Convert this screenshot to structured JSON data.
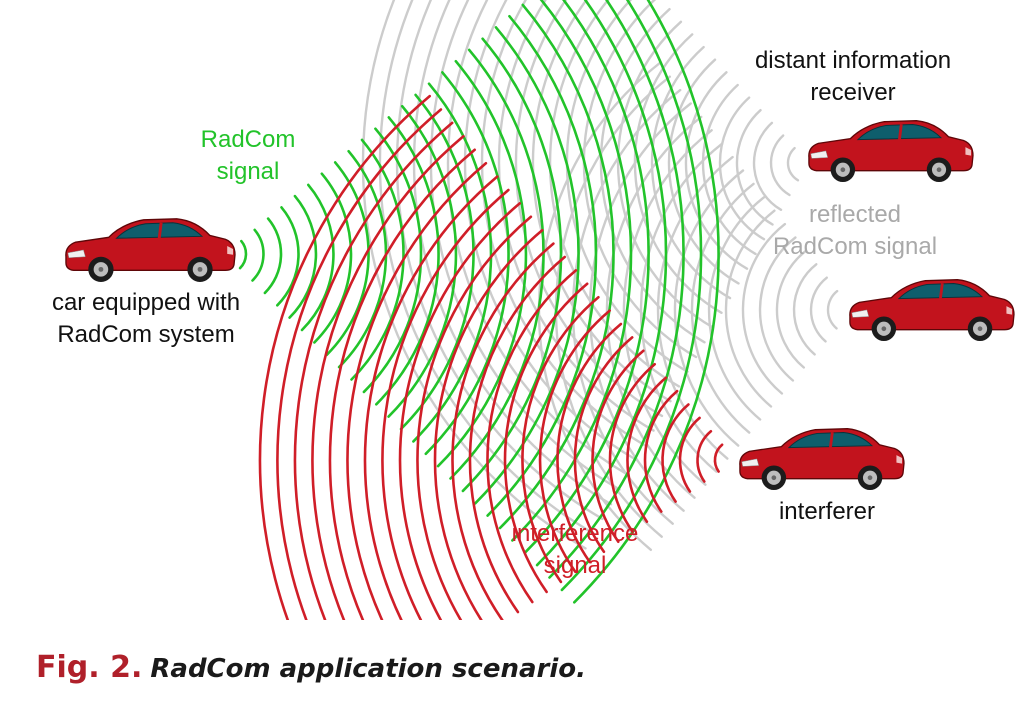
{
  "labels": {
    "car_equipped": "car equipped with\nRadCom system",
    "radcom_signal": "RadCom\nsignal",
    "distant_receiver": "distant information\nreceiver",
    "reflected_signal": "reflected\nRadCom signal",
    "interference_signal": "interference\nsignal",
    "interferer": "interferer"
  },
  "caption": {
    "number": "Fig. 2.",
    "title": "RadCom application scenario."
  },
  "colors": {
    "radcom_green": "#22c32a",
    "interference_red": "#d01e28",
    "reflected_gray": "#cccccc",
    "car_body": "#c2131d",
    "caption_red": "#b0202a"
  },
  "icons": [
    "car-icon"
  ]
}
